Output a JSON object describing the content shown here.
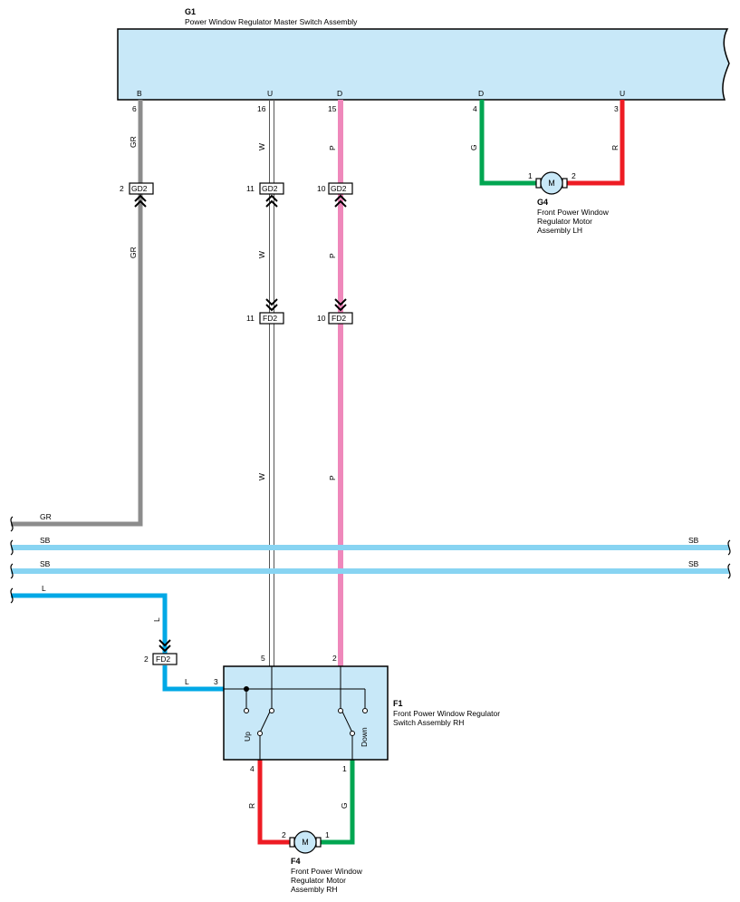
{
  "components": {
    "g1": {
      "id": "G1",
      "name": "Power Window Regulator Master Switch Assembly",
      "pins": {
        "b": "B",
        "u1": "U",
        "d1": "D",
        "d2": "D",
        "u2": "U"
      }
    },
    "g4": {
      "id": "G4",
      "name_lines": [
        "Front Power Window",
        "Regulator Motor",
        "Assembly LH"
      ],
      "symbol": "M"
    },
    "f1": {
      "id": "F1",
      "name_lines": [
        "Front Power Window Regulator",
        "Switch Assembly RH"
      ],
      "up": "Up",
      "down": "Down"
    },
    "f4": {
      "id": "F4",
      "name_lines": [
        "Front Power Window",
        "Regulator Motor",
        "Assembly RH"
      ],
      "symbol": "M"
    }
  },
  "pins": {
    "g1_b": "6",
    "g1_u1": "16",
    "g1_d1": "15",
    "g1_d2": "4",
    "g1_u2": "3",
    "g4_1": "1",
    "g4_2": "2",
    "gd2_gr": "2",
    "gd2_w": "11",
    "gd2_p": "10",
    "fd2_w": "11",
    "fd2_p": "10",
    "fd2_l": "2",
    "f1_5": "5",
    "f1_2": "2",
    "f1_3": "3",
    "f1_4": "4",
    "f1_1": "1",
    "f4_2": "2",
    "f4_1": "1"
  },
  "connectors": {
    "gd2": "GD2",
    "fd2": "FD2"
  },
  "wire_colors": {
    "gr": "GR",
    "w": "W",
    "p": "P",
    "g": "G",
    "r": "R",
    "sb": "SB",
    "l": "L"
  },
  "colors": {
    "component_fill": "#c8e8f8",
    "gray": "#8c8c8c",
    "pink": "#ef88bb",
    "green": "#00a651",
    "red": "#ee1c24",
    "sky_blue": "#88d4f2",
    "blue": "#00a8e6"
  }
}
